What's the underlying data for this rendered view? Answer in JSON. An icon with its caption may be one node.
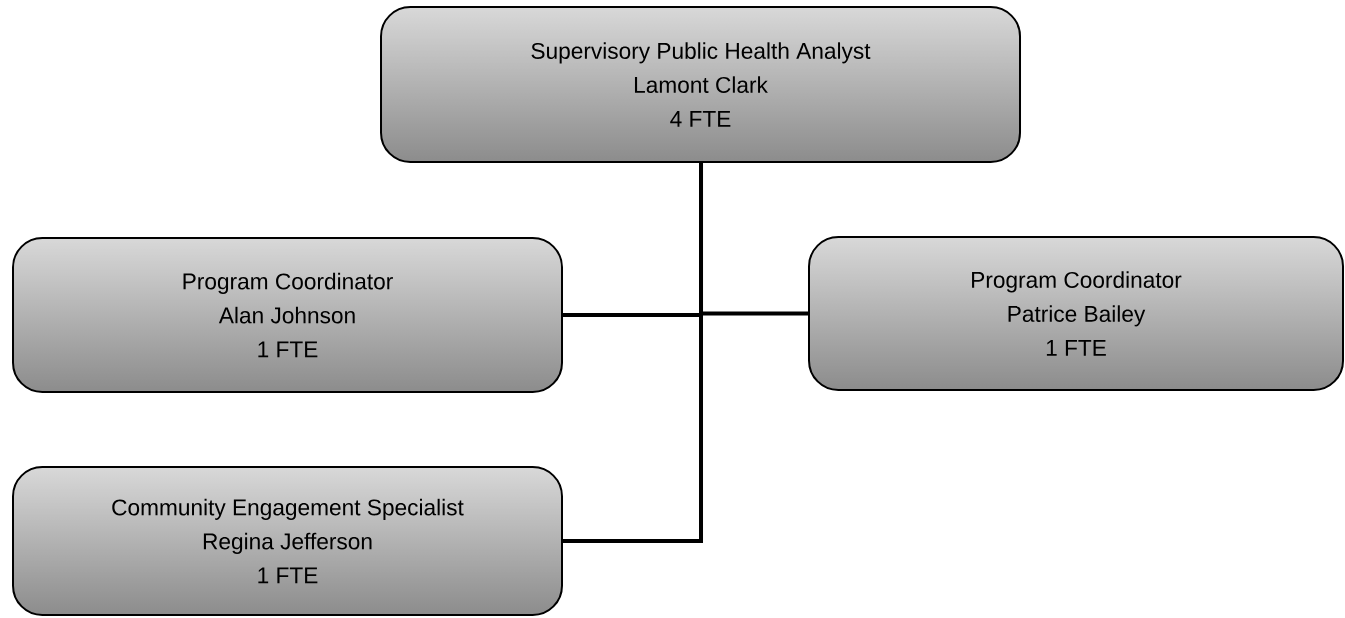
{
  "diagram": {
    "nodes": [
      {
        "text": [
          "Supervisory Public Health Analyst",
          "Lamont Clark",
          "4 FTE"
        ]
      },
      {
        "text": [
          "Program Coordinator",
          "Alan Johnson",
          "1 FTE"
        ]
      },
      {
        "text": [
          "Program Coordinator",
          "Patrice Bailey",
          "1 FTE"
        ]
      },
      {
        "text": [
          "Community Engagement Specialist",
          "Regina Jefferson",
          "1 FTE"
        ]
      }
    ],
    "edges": [
      {
        "from": 0,
        "to": 1,
        "arrow": "none"
      },
      {
        "from": 0,
        "to": 2,
        "arrow": "none"
      },
      {
        "from": 0,
        "to": 3,
        "arrow": "none"
      }
    ]
  }
}
